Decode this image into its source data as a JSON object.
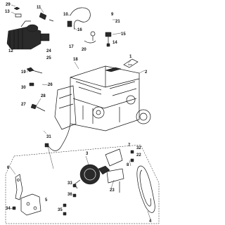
{
  "diagram": {
    "callouts": {
      "c1": "1",
      "c2": "2",
      "c3": "3",
      "c4": "4",
      "c5": "5",
      "c6": "6",
      "c7": "7",
      "c8": "8",
      "c9": "9",
      "c10": "10",
      "c11": "11",
      "c12": "12",
      "c13": "13",
      "c14": "14",
      "c15": "15",
      "c16": "16",
      "c17": "17",
      "c18": "18",
      "c19": "19",
      "c20": "20",
      "c21": "21",
      "c22": "22",
      "c23": "23",
      "c24": "24",
      "c25": "25",
      "c26": "26",
      "c27": "27",
      "c28": "28",
      "c29": "29",
      "c30": "30",
      "c31": "31",
      "c32": "32",
      "c33": "33",
      "c34": "34",
      "c35": "35",
      "c36": "36"
    }
  }
}
